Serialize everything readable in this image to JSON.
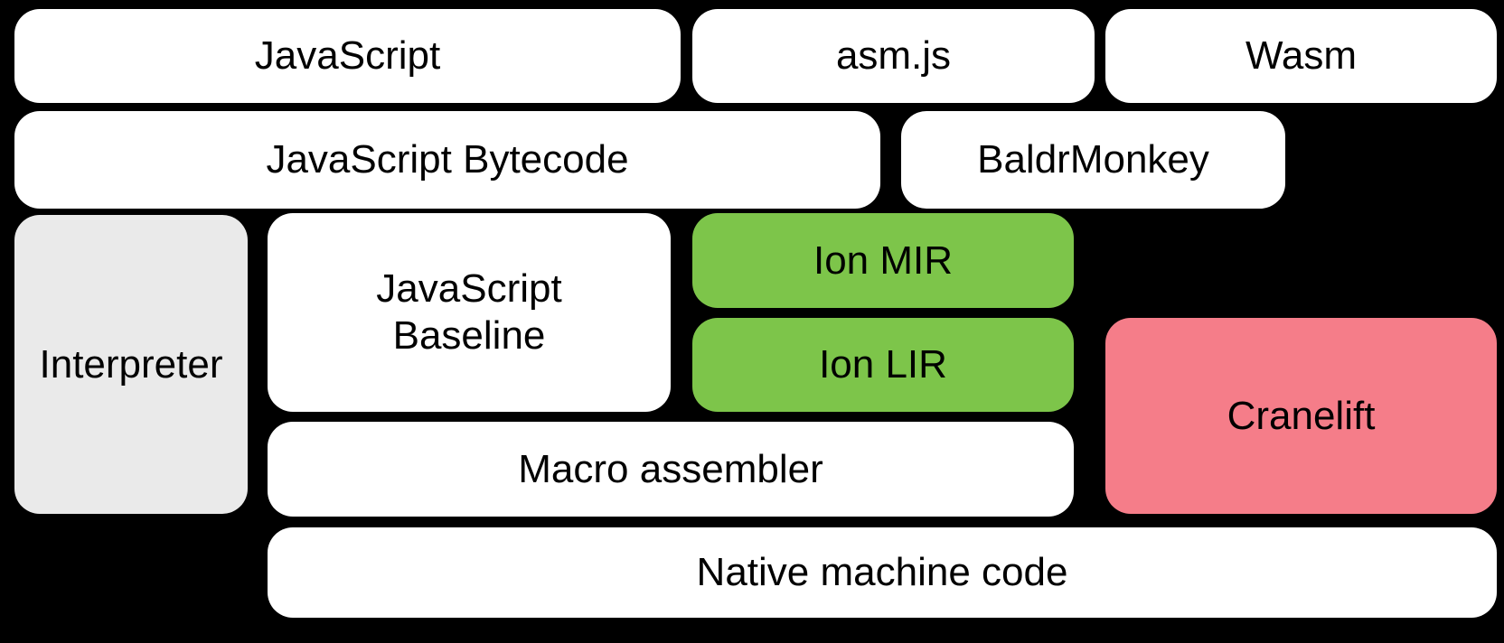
{
  "diagram": {
    "background": "#000000",
    "colors": {
      "box_white": "#ffffff",
      "box_gray": "#eaeaea",
      "box_green": "#7dc54a",
      "box_pink": "#f57d89",
      "text": "#000000"
    },
    "boxes": [
      {
        "id": "javascript",
        "label": "JavaScript",
        "color": "white"
      },
      {
        "id": "asmjs",
        "label": "asm.js",
        "color": "white"
      },
      {
        "id": "wasm",
        "label": "Wasm",
        "color": "white"
      },
      {
        "id": "javascript-bytecode",
        "label": "JavaScript Bytecode",
        "color": "white"
      },
      {
        "id": "baldrmonkey",
        "label": "BaldrMonkey",
        "color": "white"
      },
      {
        "id": "interpreter",
        "label": "Interpreter",
        "color": "gray"
      },
      {
        "id": "javascript-baseline",
        "label": "JavaScript Baseline",
        "color": "white"
      },
      {
        "id": "ion-mir",
        "label": "Ion MIR",
        "color": "green"
      },
      {
        "id": "ion-lir",
        "label": "Ion LIR",
        "color": "green"
      },
      {
        "id": "cranelift",
        "label": "Cranelift",
        "color": "pink"
      },
      {
        "id": "macro-assembler",
        "label": "Macro assembler",
        "color": "white"
      },
      {
        "id": "native-machine-code",
        "label": "Native machine code",
        "color": "white"
      }
    ]
  }
}
